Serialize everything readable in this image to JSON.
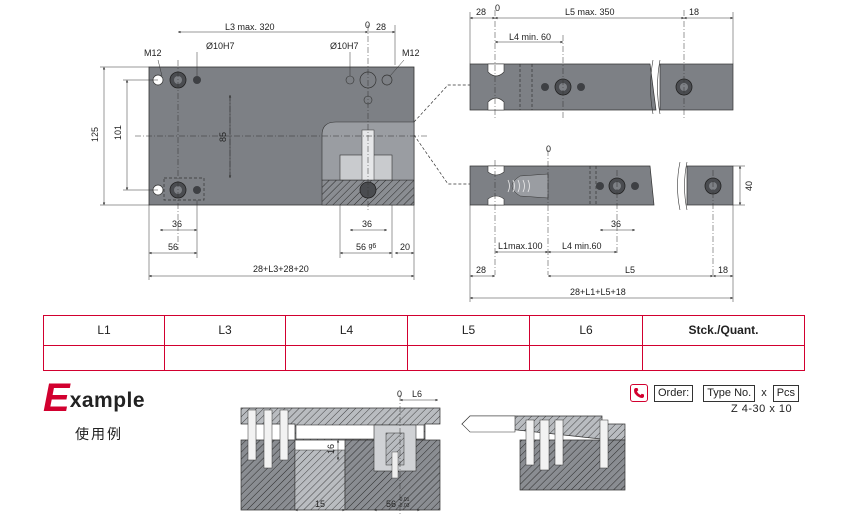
{
  "drawing": {
    "front": {
      "l3_max": "L3 max. 320",
      "zero": "0",
      "w28": "28",
      "m12_left": "M12",
      "bore_left": "Ø10H7",
      "bore_right": "Ø10H7",
      "m12_right": "M12",
      "h125": "125",
      "h101": "101",
      "h85": "85",
      "w36_left": "36",
      "w56_left": "56",
      "w36_right": "36",
      "fit56": "56",
      "fit_g6": "g6",
      "w20": "20",
      "total": "28+L3+28+20"
    },
    "upper_slide": {
      "w28": "28",
      "zero": "0",
      "l5_max": "L5 max. 350",
      "w18": "18",
      "l4_min": "L4 min. 60"
    },
    "lower_slide": {
      "zero": "0",
      "h40": "40",
      "w36": "36",
      "l1_max": "L1max.100",
      "l4_min": "L4 min.60",
      "w28": "28",
      "l5": "L5",
      "w18": "18",
      "total": "28+L1+L5+18"
    },
    "example_section": {
      "zero": "0",
      "l6": "L6",
      "h16": "16",
      "w15": "15",
      "fit56": "56",
      "fit_sup": "-0.01",
      "fit_sub": "-0.03"
    }
  },
  "table": {
    "headers": [
      "L1",
      "L3",
      "L4",
      "L5",
      "L6",
      "Stck./Quant."
    ],
    "values": [
      "",
      "",
      "",
      "",
      "",
      ""
    ]
  },
  "example": {
    "letter": "E",
    "rest": "xample",
    "chinese": "使用例"
  },
  "order": {
    "order_label": "Order:",
    "type_label": "Type No.",
    "x": "x",
    "pcs_label": "Pcs",
    "example_line": "Z 4-30  x  10"
  },
  "colors": {
    "accent": "#d2002f",
    "steel": "#7d8085"
  },
  "icons": {
    "phone": "phone-icon"
  }
}
